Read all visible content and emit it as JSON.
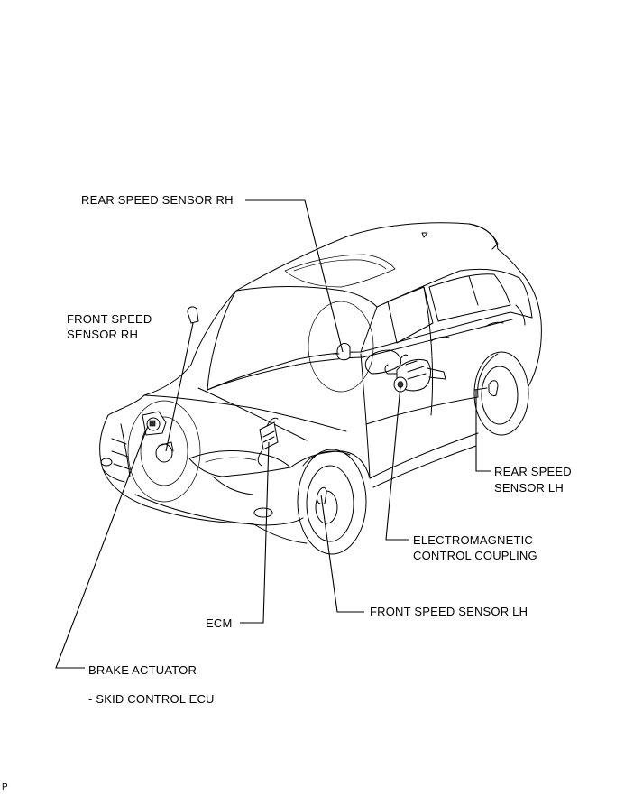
{
  "labels": {
    "rear_speed_sensor_rh": "REAR SPEED SENSOR RH",
    "front_speed_sensor_rh_line1": "FRONT SPEED",
    "front_speed_sensor_rh_line2": "SENSOR RH",
    "rear_speed_sensor_lh_line1": "REAR SPEED",
    "rear_speed_sensor_lh_line2": "SENSOR LH",
    "electromagnetic_line1": "ELECTROMAGNETIC",
    "electromagnetic_line2": "CONTROL COUPLING",
    "front_speed_sensor_lh": "FRONT SPEED SENSOR LH",
    "ecm": "ECM",
    "brake_actuator": "BRAKE ACTUATOR",
    "skid_control_ecu": "- SKID CONTROL ECU"
  },
  "footer": {
    "code": "P"
  }
}
